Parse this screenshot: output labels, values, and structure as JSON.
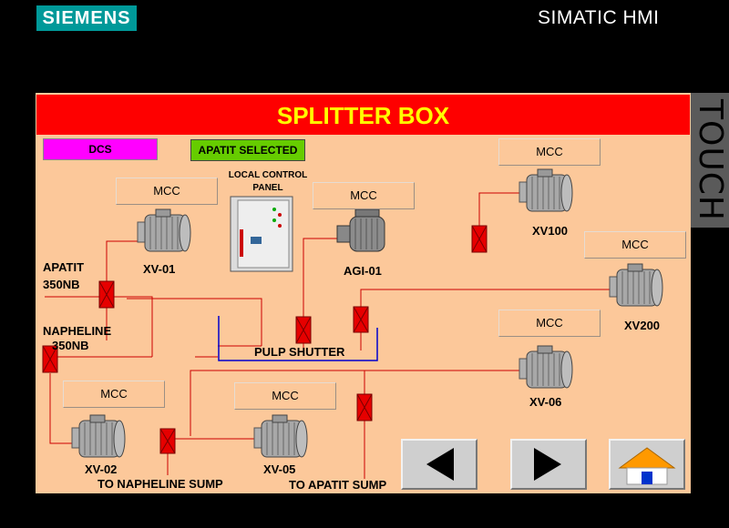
{
  "header": {
    "logo": "SIEMENS",
    "brand": "SIMATIC HMI",
    "side_label": "TOUCH"
  },
  "screen": {
    "title": "SPLITTER BOX",
    "dcs_label": "DCS",
    "apatit_selected_label": "APATIT SELECTED",
    "local_control_panel_label": "LOCAL CONTROL\nPANEL",
    "mcc_label": "MCC",
    "motors": {
      "xv01": "XV-01",
      "agi01": "AGI-01",
      "xv100": "XV100",
      "xv200": "XV200",
      "xv06": "XV-06",
      "xv02": "XV-02",
      "xv05": "XV-05"
    },
    "labels": {
      "apatit": "APATIT",
      "apatit_size": "350NB",
      "napheline": "NAPHELINE",
      "napheline_size": "350NB",
      "pulp_shutter": "PULP SHUTTER",
      "to_napheline_sump": "TO NAPHELINE SUMP",
      "to_apatit_sump": "TO APATIT SUMP"
    }
  },
  "colors": {
    "screen_bg": "#fcc89a",
    "title_bg": "#fe0000",
    "title_text": "#ffff00",
    "dcs_bg": "#ff00ff",
    "apatit_selected_bg": "#66cc00",
    "pipe": "#cc0000",
    "valve": "#e60000",
    "shutter": "#0000cc"
  },
  "icons": [
    "left-arrow-icon",
    "right-arrow-icon",
    "home-icon",
    "motor-icon",
    "valve-icon",
    "control-panel-icon"
  ]
}
